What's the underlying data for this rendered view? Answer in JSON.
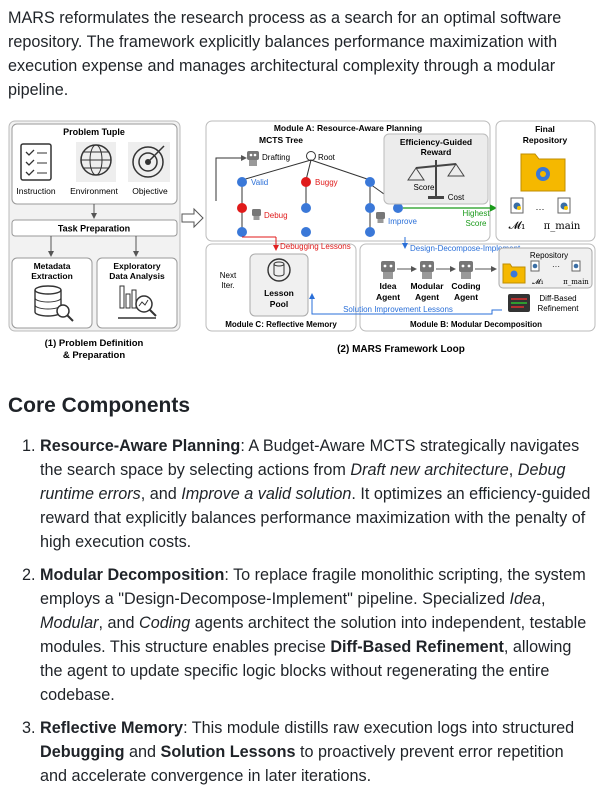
{
  "intro": "MARS reformulates the research process as a search for an optimal software repository. The framework explicitly balances performance maximization with execution expense and manages architectural complexity through a modular pipeline.",
  "figure": {
    "problem_tuple": "Problem Tuple",
    "instruction": "Instruction",
    "environment": "Environment",
    "objective": "Objective",
    "task_prep": "Task Preparation",
    "metadata_1": "Metadata",
    "metadata_2": "Extraction",
    "eda_1": "Exploratory",
    "eda_2": "Data Analysis",
    "cap1_line1": "(1) Problem Definition",
    "cap1_line2": "& Preparation",
    "module_a": "Module A: Resource-Aware Planning",
    "mcts_tree": "MCTS Tree",
    "drafting": "Drafting",
    "root": "Root",
    "valid": "Valid",
    "buggy": "Buggy",
    "debug": "Debug",
    "improve": "Improve",
    "reward_1": "Efficiency-Guided",
    "reward_2": "Reward",
    "score": "Score",
    "cost": "Cost",
    "highest_1": "Highest",
    "highest_2": "Score",
    "final_1": "Final",
    "final_2": "Repository",
    "m1": "𝓜₁",
    "dots": "···",
    "pimain": "π_main",
    "debug_lessons": "Debugging Lessons",
    "next_1": "Next",
    "next_2": "Iter.",
    "lesson_1": "Lesson",
    "lesson_2": "Pool",
    "module_c": "Module C: Reflective Memory",
    "ddi": "Design-Decompose-Implement",
    "idea_agent_1": "Idea",
    "idea_agent_2": "Agent",
    "modular_agent_1": "Modular",
    "modular_agent_2": "Agent",
    "coding_agent_1": "Coding",
    "coding_agent_2": "Agent",
    "repository": "Repository",
    "diff_1": "Diff-Based",
    "diff_2": "Refinement",
    "sol_lessons": "Solution Improvement Lessons",
    "module_b": "Module B: Modular Decomposition",
    "cap2": "(2) MARS Framework Loop"
  },
  "section_title": "Core Components",
  "items": [
    {
      "num": "1.",
      "parts": [
        {
          "b": "Resource-Aware Planning"
        },
        {
          "t": ": A Budget-Aware MCTS strategically navigates the search space by selecting actions from "
        },
        {
          "i": "Draft new architecture"
        },
        {
          "t": ", "
        },
        {
          "i": "Debug runtime errors"
        },
        {
          "t": ", and "
        },
        {
          "i": "Improve a valid solution"
        },
        {
          "t": ". It optimizes an efficiency-guided reward that explicitly balances performance maximization with the penalty of high execution costs."
        }
      ]
    },
    {
      "num": "2.",
      "parts": [
        {
          "b": "Modular Decomposition"
        },
        {
          "t": ": To replace fragile monolithic scripting, the system employs a \"Design-Decompose-Implement\" pipeline. Specialized "
        },
        {
          "i": "Idea"
        },
        {
          "t": ", "
        },
        {
          "i": "Modular"
        },
        {
          "t": ", and "
        },
        {
          "i": "Coding"
        },
        {
          "t": " agents architect the solution into independent, testable modules. This structure enables precise "
        },
        {
          "b": "Diff-Based Refinement"
        },
        {
          "t": ", allowing the agent to update specific logic blocks without regenerating the entire codebase."
        }
      ]
    },
    {
      "num": "3.",
      "parts": [
        {
          "b": "Reflective Memory"
        },
        {
          "t": ": This module distills raw execution logs into structured "
        },
        {
          "b": "Debugging"
        },
        {
          "t": " and "
        },
        {
          "b": "Solution Lessons"
        },
        {
          "t": " to proactively prevent error repetition and accelerate convergence in later iterations."
        }
      ]
    }
  ]
}
